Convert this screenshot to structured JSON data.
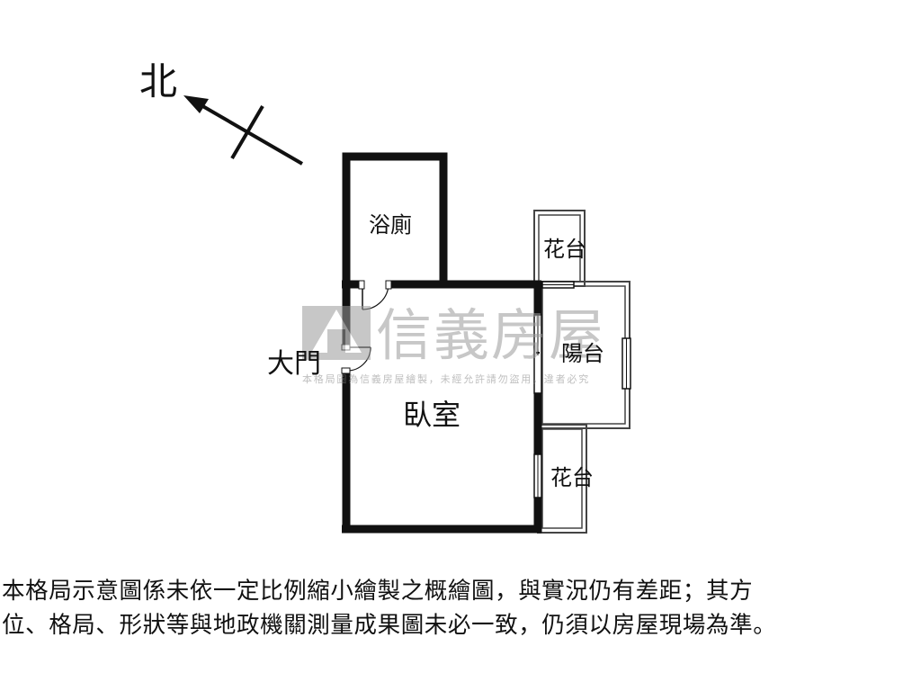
{
  "compass": {
    "label": "北"
  },
  "rooms": {
    "bathroom": "浴廁",
    "bedroom": "臥室",
    "balcony": "陽台",
    "planter_top": "花台",
    "planter_bottom": "花台",
    "entrance": "大門"
  },
  "watermark": {
    "brand": "信義房屋",
    "notice": "本格局圖為信義房屋繪製，未經允許請勿盜用，違者必究",
    "color": "#9a9a9a"
  },
  "disclaimer": {
    "line1": "本格局示意圖係未依一定比例縮小繪製之概繪圖，與實況仍有差距；其方",
    "line2": "位、格局、形狀等與地政機關測量成果圖未必一致，仍須以房屋現場為準。"
  },
  "colors": {
    "wall": "#111111",
    "thin_wall": "#444444",
    "background": "#ffffff"
  }
}
